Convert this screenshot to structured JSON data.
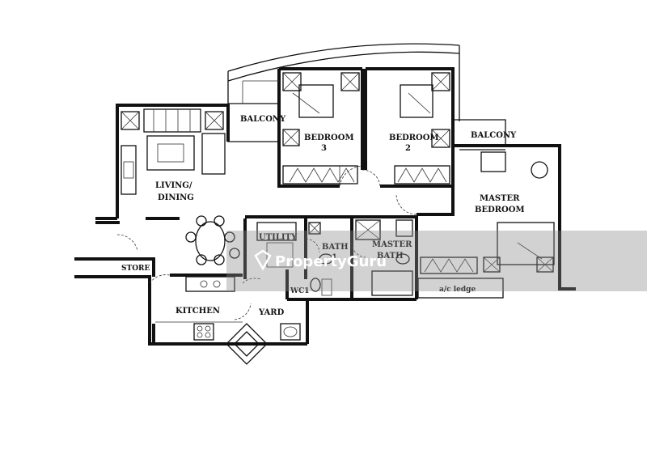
{
  "rooms": {
    "balcony_left": "BALCONY",
    "balcony_right": "BALCONY",
    "bedroom3": [
      "BEDROOM",
      "3"
    ],
    "bedroom2": [
      "BEDROOM",
      "2"
    ],
    "living": [
      "LIVING/",
      "DINING"
    ],
    "master_bedroom": [
      "MASTER",
      "BEDROOM"
    ],
    "utility": "UTILITY",
    "bath1": [
      "BATH",
      "1"
    ],
    "master_bath": [
      "MASTER",
      "BATH"
    ],
    "store": "STORE",
    "wc1": "WC1",
    "kitchen": "KITCHEN",
    "yard": "YARD",
    "ac_ledge": "a/c ledge"
  },
  "watermark": {
    "text": "PropertyGuru",
    "icon": "propertyguru-logo-icon",
    "band_color": "#8a8a8a"
  },
  "colors": {
    "line": "#111111",
    "background": "#ffffff"
  }
}
